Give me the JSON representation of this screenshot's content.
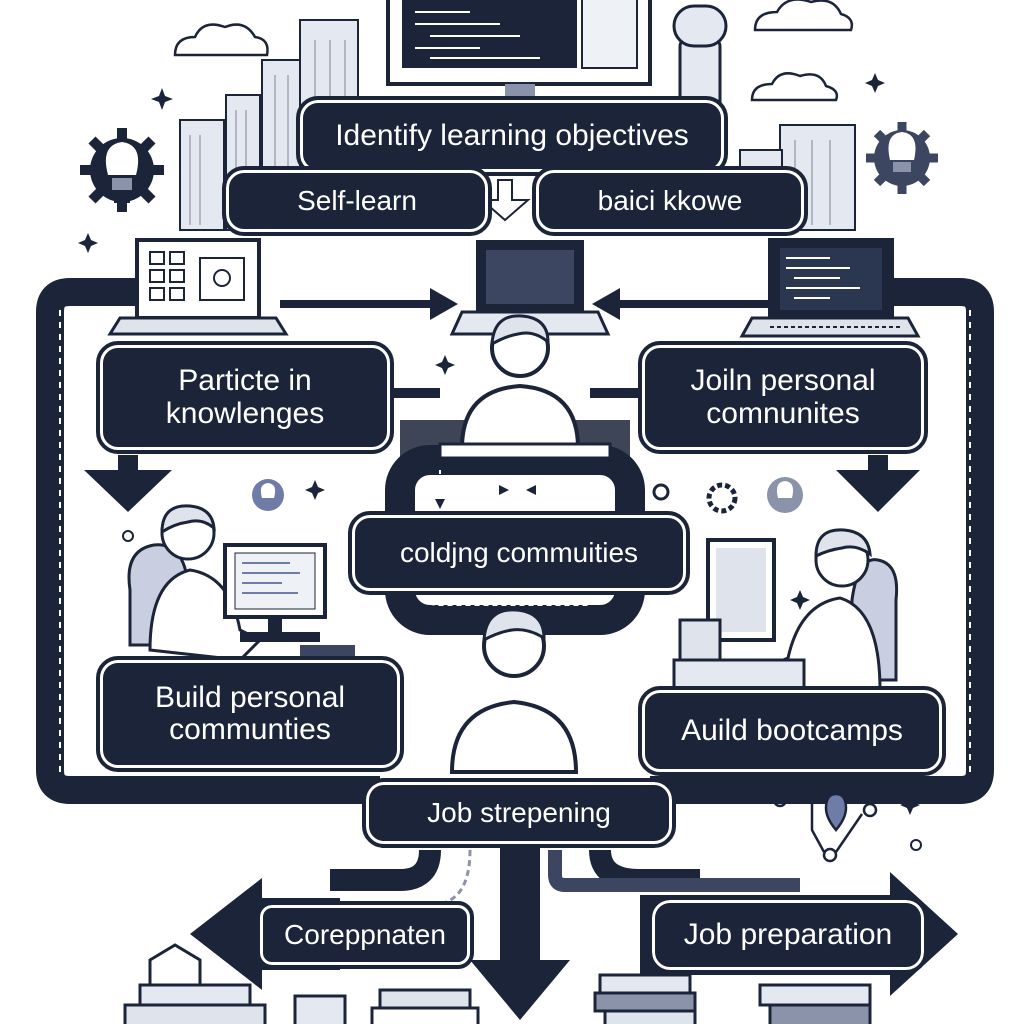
{
  "diagram": {
    "palette": {
      "navy": "#1b2438",
      "slate": "#3c4660",
      "light": "#dfe3ec",
      "mid": "#8a93aa",
      "accent": "#6f7ca8"
    },
    "labels": {
      "objectives": "Identify learning objectives",
      "self_learn": "Self-learn",
      "basic_knowledge": "baici kkowe",
      "participate": "Particte in\nknowlenges",
      "join_communities": "Joiln personal\ncomnunites",
      "coding_communities": "coldjng commuities",
      "build_personal": "Build personal\ncommunties",
      "build_bootcamps": "Auild bootcamps",
      "job_strengthening": "Job strepening",
      "corporation": "Coreppnaten",
      "job_preparation": "Job preparation"
    }
  }
}
